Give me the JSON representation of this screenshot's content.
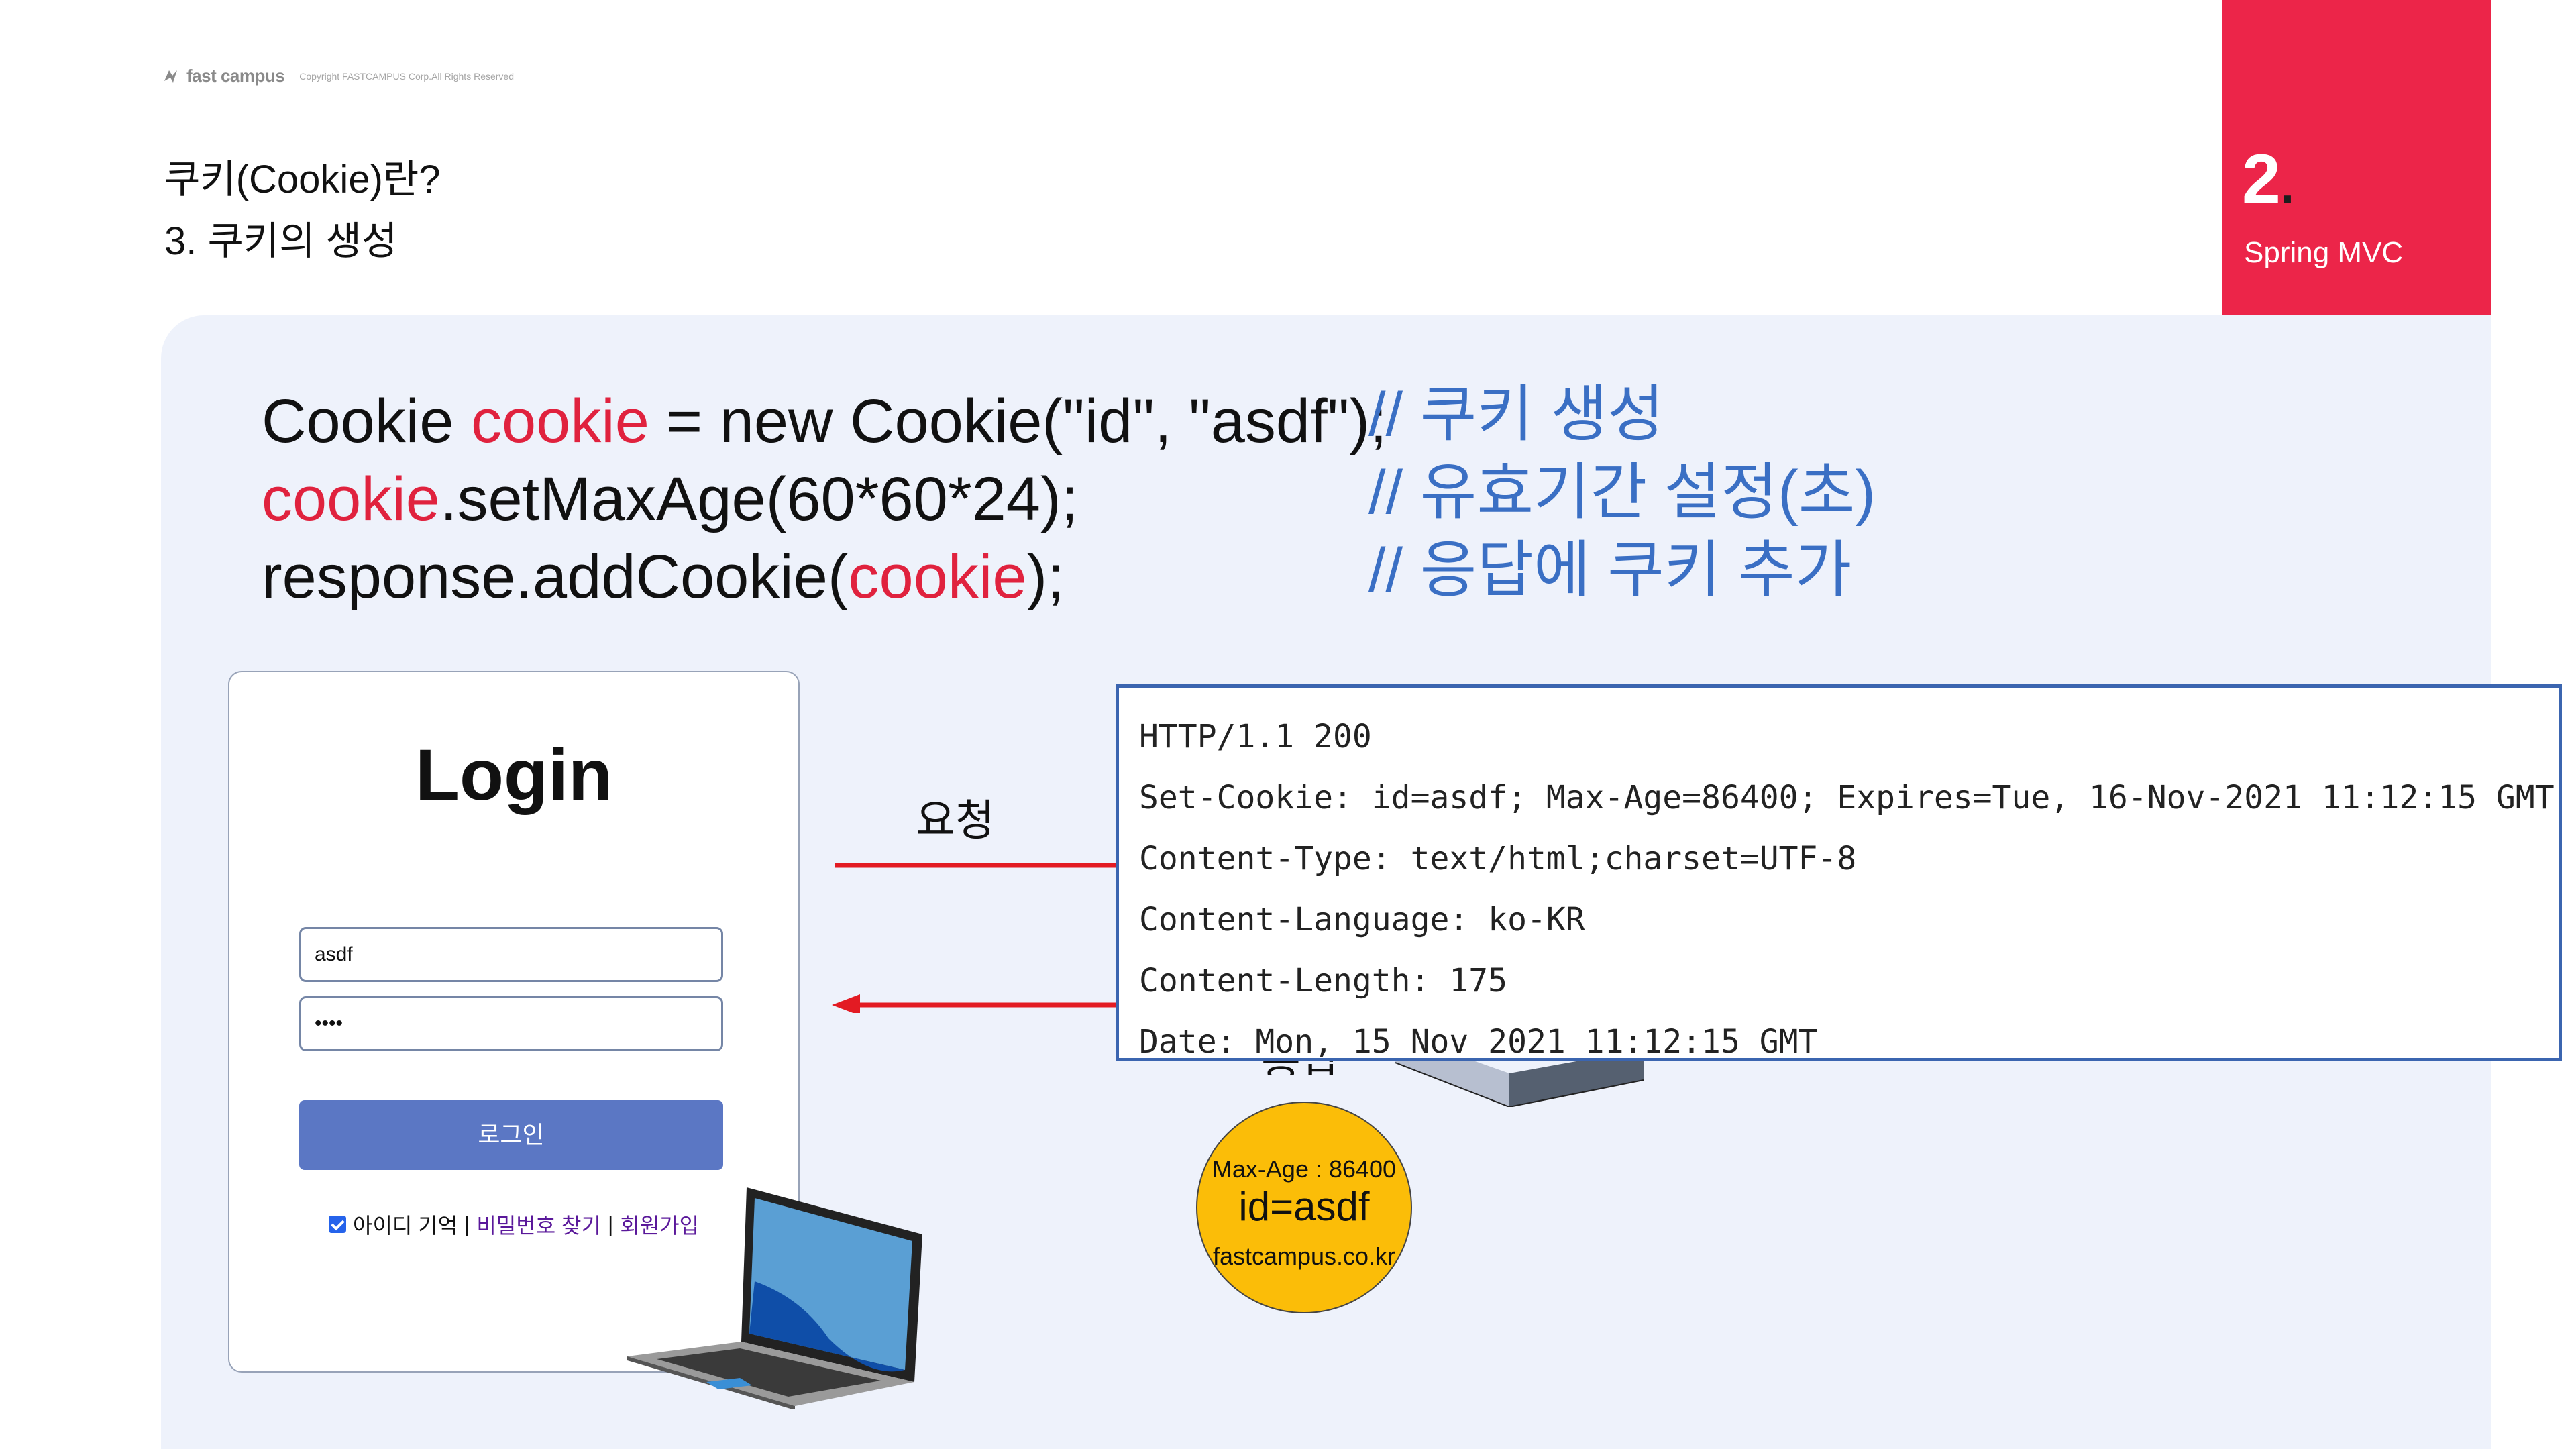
{
  "brand": {
    "name": "fast campus",
    "copyright": "Copyright FASTCAMPUS Corp.All Rights Reserved"
  },
  "title": {
    "line1": "쿠키(Cookie)란?",
    "line2": "3. 쿠키의 생성"
  },
  "chapter": {
    "number": "2",
    "dot": ".",
    "subtitle": "Spring MVC"
  },
  "code": {
    "line1": {
      "before": "Cookie ",
      "var": "cookie",
      "after": " = new Cookie(\"id\", \"asdf\");"
    },
    "line2": {
      "var": "cookie",
      "after": ".setMaxAge(60*60*24);"
    },
    "line3": {
      "before": "response.addCookie(",
      "var": "cookie",
      "after": ");"
    },
    "comments": [
      "// 쿠키 생성",
      "// 유효기간 설정(초)",
      "// 응답에 쿠키 추가"
    ]
  },
  "login": {
    "title": "Login",
    "id_value": "asdf",
    "password_value": "••••",
    "button": "로그인",
    "remember": "아이디 기억",
    "sep": "|",
    "find_password": "비밀번호 찾기",
    "signup": "회원가입"
  },
  "flow": {
    "request": "요청",
    "response": "응답"
  },
  "cookie_badge": {
    "max_age": "Max-Age : 86400",
    "value": "id=asdf",
    "domain": "fastcampus.co.kr"
  },
  "http_response": [
    "HTTP/1.1 200",
    "Set-Cookie: id=asdf; Max-Age=86400; Expires=Tue, 16-Nov-2021 11:12:15 GMT",
    "Content-Type: text/html;charset=UTF-8",
    "Content-Language: ko-KR",
    "Content-Length: 175",
    "Date: Mon, 15 Nov 2021 11:12:15 GMT"
  ],
  "colors": {
    "accent": "#ec2549",
    "code_var": "#e0223e",
    "comment": "#3a6fc4",
    "arrow": "#e31b23",
    "badge": "#fbbd08",
    "box_border": "#3b65b0"
  }
}
